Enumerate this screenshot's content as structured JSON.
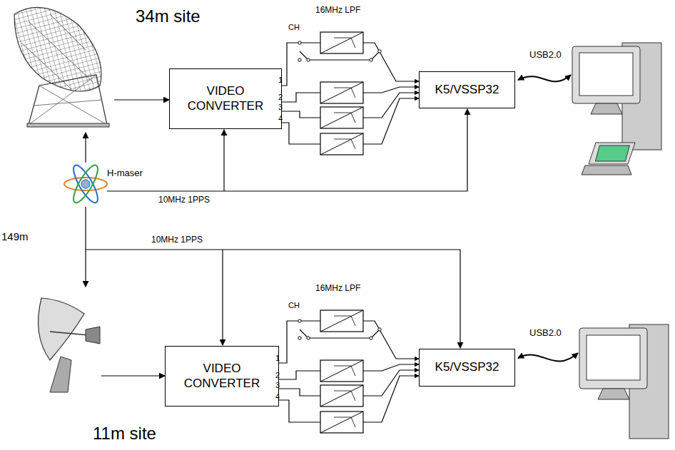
{
  "diagram": {
    "nodes": [
      {
        "text": [
          "VIDEO CONVERTER"
        ]
      },
      {
        "text": [
          "K5/VSSP32"
        ]
      },
      {
        "text": [
          "VIDEO CONVERTER"
        ]
      },
      {
        "text": [
          "K5/VSSP32"
        ]
      }
    ],
    "edges": [
      {
        "from": 0,
        "to": 1,
        "arrow": "to"
      },
      {
        "from": 0,
        "to": 1,
        "arrow": "to"
      },
      {
        "from": 0,
        "to": 1,
        "arrow": "to"
      },
      {
        "from": 0,
        "to": 1,
        "arrow": "to"
      },
      {
        "from": 2,
        "to": 3,
        "arrow": "to"
      },
      {
        "from": 2,
        "to": 3,
        "arrow": "to"
      },
      {
        "from": 2,
        "to": 3,
        "arrow": "to"
      },
      {
        "from": 2,
        "to": 3,
        "arrow": "to"
      }
    ],
    "labels": [
      "34m site",
      "16MHz LPF",
      "CH",
      "1",
      "2",
      "3",
      "4",
      "USB2.0",
      "H-maser",
      "10MHz 1PPS",
      "149m",
      "10MHz 1PPS",
      "16MHz LPF",
      "CH",
      "1",
      "2",
      "3",
      "4",
      "USB2.0",
      "11m site"
    ]
  }
}
